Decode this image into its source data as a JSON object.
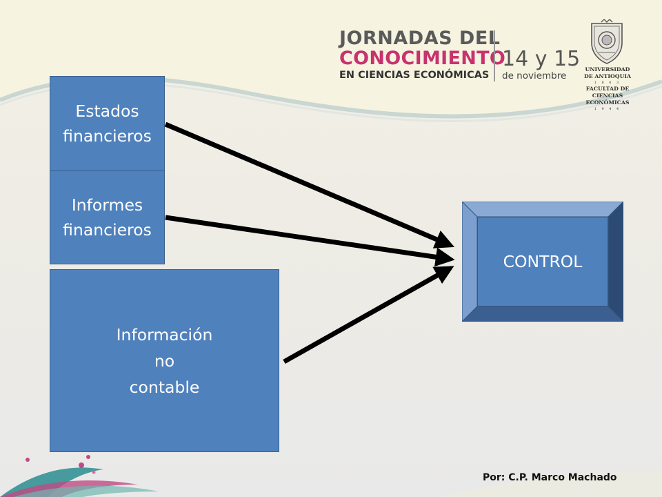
{
  "header": {
    "event_line1": "JORNADAS DEL",
    "event_line2": "CONOCIMIENTO",
    "event_line3": "EN CIENCIAS ECONÓMICAS",
    "date_days": "14 y 15",
    "date_month": "de noviembre",
    "university_line1": "UNIVERSIDAD",
    "university_line2": "DE ANTIOQUIA",
    "founding_year": "1 8 0 3",
    "faculty_line1": "FACULTAD DE",
    "faculty_line2": "CIENCIAS ECONÓMICAS",
    "faculty_year": "1 9 4 4"
  },
  "diagram": {
    "sources": [
      {
        "id": "estados",
        "label": "Estados\n financieros"
      },
      {
        "id": "informes",
        "label": "Informes\nfinancieros"
      },
      {
        "id": "info",
        "label": "Información\nno\n contable"
      }
    ],
    "target": {
      "label": "CONTROL"
    }
  },
  "footer": {
    "author": "Por: C.P. Marco Machado"
  },
  "colors": {
    "box_fill": "#4f81bd",
    "accent_magenta": "#c8326e",
    "arrow": "#000000"
  }
}
